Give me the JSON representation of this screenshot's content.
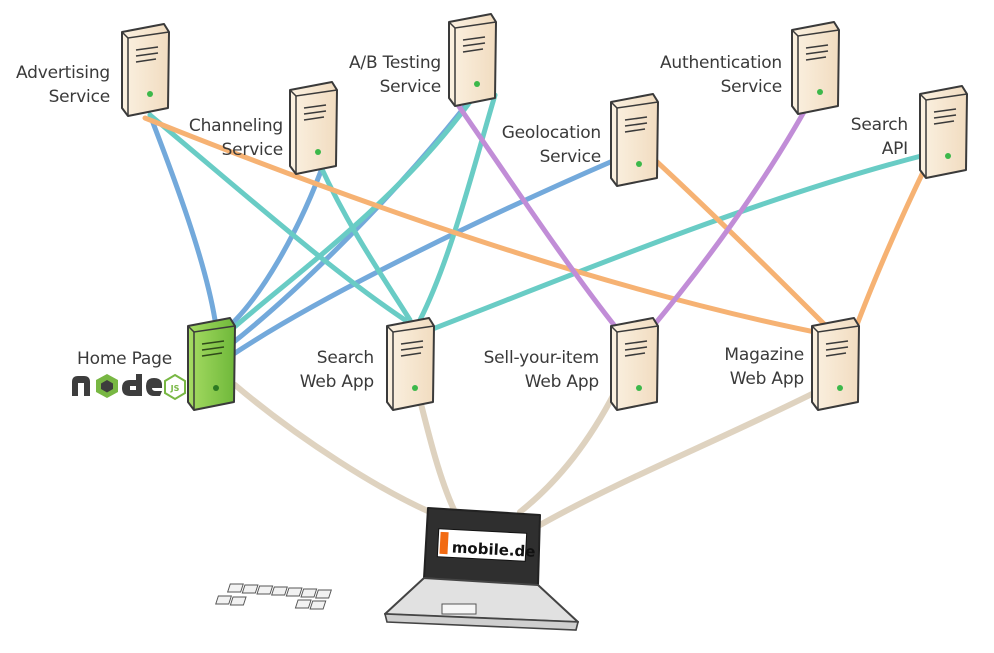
{
  "services": {
    "advertising": {
      "line1": "Advertising",
      "line2": "Service"
    },
    "channeling": {
      "line1": "Channeling",
      "line2": "Service"
    },
    "ab_testing": {
      "line1": "A/B Testing",
      "line2": "Service"
    },
    "geolocation": {
      "line1": "Geolocation",
      "line2": "Service"
    },
    "authentication": {
      "line1": "Authentication",
      "line2": "Service"
    },
    "search_api": {
      "line1": "Search",
      "line2": "API"
    }
  },
  "web_apps": {
    "home_page": {
      "line1": "Home Page",
      "tech_logo": "node"
    },
    "search_web_app": {
      "line1": "Search",
      "line2": "Web App"
    },
    "sell_your_item": {
      "line1": "Sell-your-item",
      "line2": "Web App"
    },
    "magazine": {
      "line1": "Magazine",
      "line2": "Web App"
    }
  },
  "laptop": {
    "brand": "mobile.de"
  },
  "colors": {
    "blue": "#5b9bd5",
    "teal": "#4fc4bb",
    "orange": "#f5a55b",
    "purple": "#b77ad1",
    "beige": "#d9cbb5",
    "server_fill": "#f8e9d3",
    "home_server_fill": "#8ccf4d",
    "brand_orange": "#f26a12"
  }
}
